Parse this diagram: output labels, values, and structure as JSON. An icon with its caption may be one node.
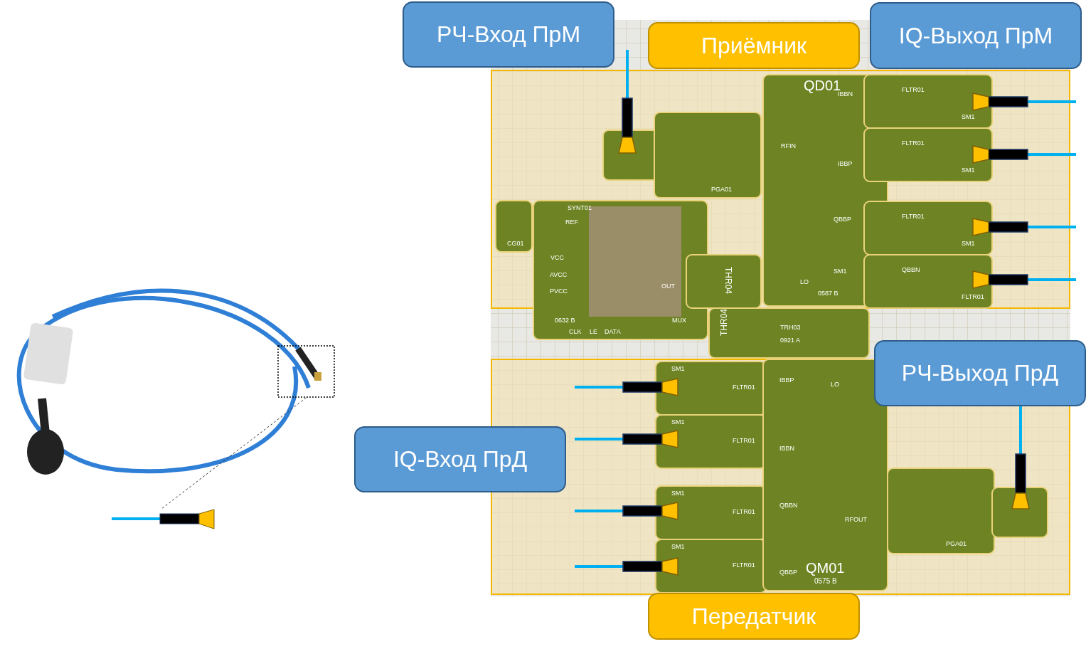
{
  "diagram": {
    "nodes": [
      {
        "text": [
          "РЧ-Вход ПрМ"
        ]
      },
      {
        "text": [
          "Приёмник"
        ]
      },
      {
        "text": [
          "IQ-Выход ПрМ"
        ]
      },
      {
        "text": [
          "РЧ-Выход ПрД"
        ]
      },
      {
        "text": [
          "IQ-Вход ПрД"
        ]
      },
      {
        "text": [
          "Передатчик"
        ]
      },
      {
        "text": [],
        "shape": "picture"
      },
      {
        "text": [],
        "shape": "box"
      },
      {
        "text": [],
        "shape": "picture"
      }
    ],
    "edges": [
      {
        "from": 7,
        "to": 8,
        "arrow": "none",
        "style": "dashed"
      }
    ],
    "labels": [
      "QD01",
      "IBBN",
      "FLTR01",
      "SM1",
      "RFIN",
      "FLTR01",
      "SM1",
      "IBBP",
      "QBBP",
      "FLTR01",
      "SM1",
      "QBBN",
      "FLTR01",
      "SM1",
      "LO",
      "0587 B",
      "PGA01",
      "SYNT01",
      "REF",
      "CG01",
      "VCC",
      "AVCC",
      "PVCC",
      "OUT",
      "THR04",
      "THR04",
      "TRH03",
      "0921 A",
      "0632 B",
      "CLK",
      "LE",
      "DATA",
      "MUX",
      "SM1",
      "FLTR01",
      "IBBP",
      "LO",
      "SM1",
      "FLTR01",
      "IBBN",
      "SM1",
      "FLTR01",
      "QBBN",
      "RFOUT",
      "SM1",
      "FLTR01",
      "QBBP",
      "QM01",
      "0575 B",
      "PGA01"
    ]
  }
}
